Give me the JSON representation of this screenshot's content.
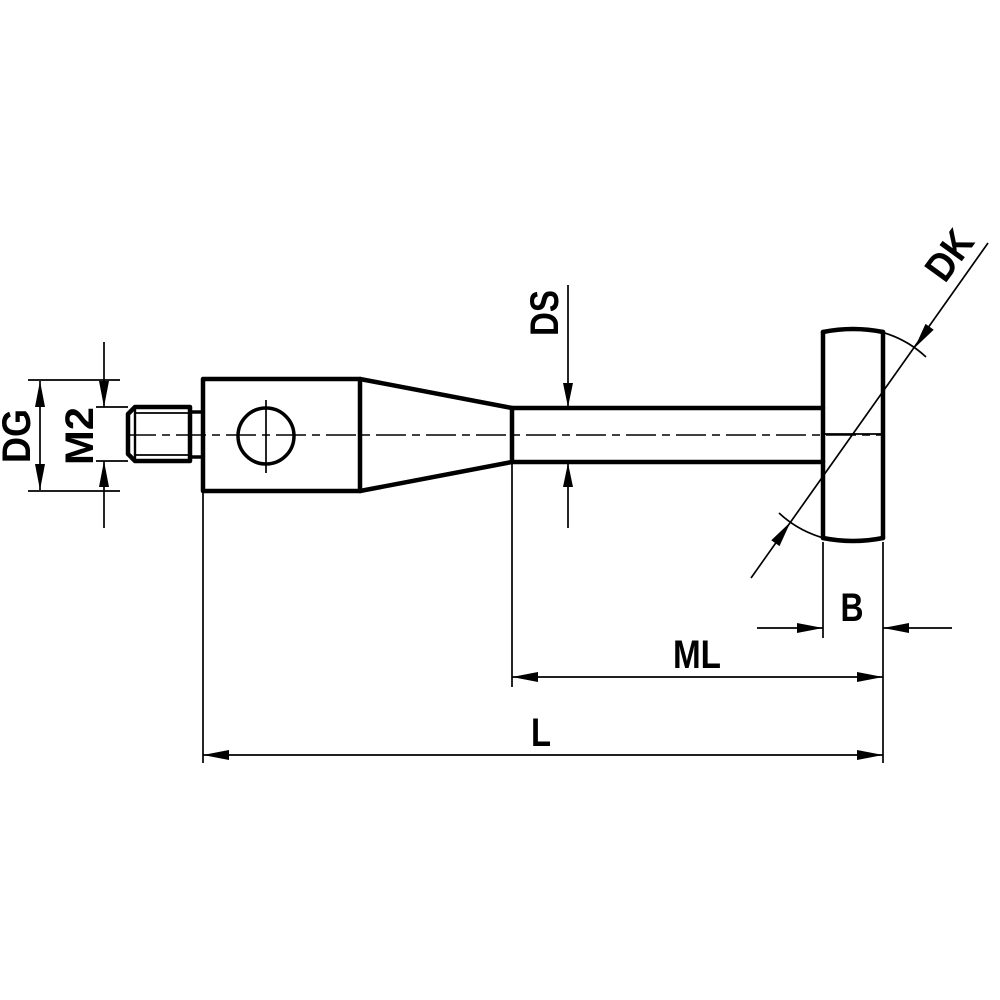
{
  "drawing": {
    "kind": "technical-dimension-drawing",
    "background_color": "#ffffff",
    "line_color": "#000000",
    "labels": {
      "dg": "DG",
      "m2": "M2",
      "ds": "DS",
      "dk": "DK",
      "b": "B",
      "ml": "ML",
      "l": "L"
    }
  }
}
